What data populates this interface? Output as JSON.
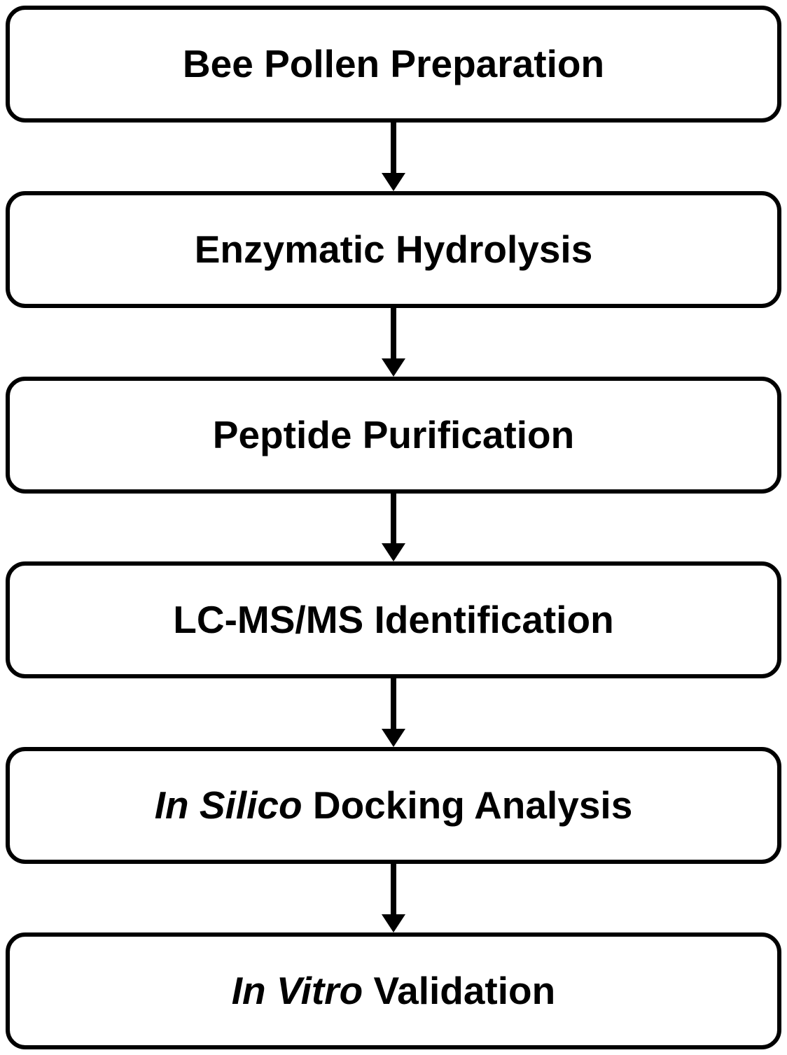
{
  "diagram": {
    "type": "flowchart",
    "direction": "top-to-bottom",
    "colors": {
      "background": "#ffffff",
      "box_fill": "#ffffff",
      "box_border": "#000000",
      "text": "#000000",
      "arrow": "#000000"
    },
    "steps": [
      {
        "italic": "",
        "text": "Bee Pollen Preparation"
      },
      {
        "italic": "",
        "text": "Enzymatic Hydrolysis"
      },
      {
        "italic": "",
        "text": "Peptide Purification"
      },
      {
        "italic": "",
        "text": "LC-MS/MS Identification"
      },
      {
        "italic": "In Silico",
        "text": " Docking Analysis"
      },
      {
        "italic": "In Vitro",
        "text": " Validation"
      }
    ]
  }
}
